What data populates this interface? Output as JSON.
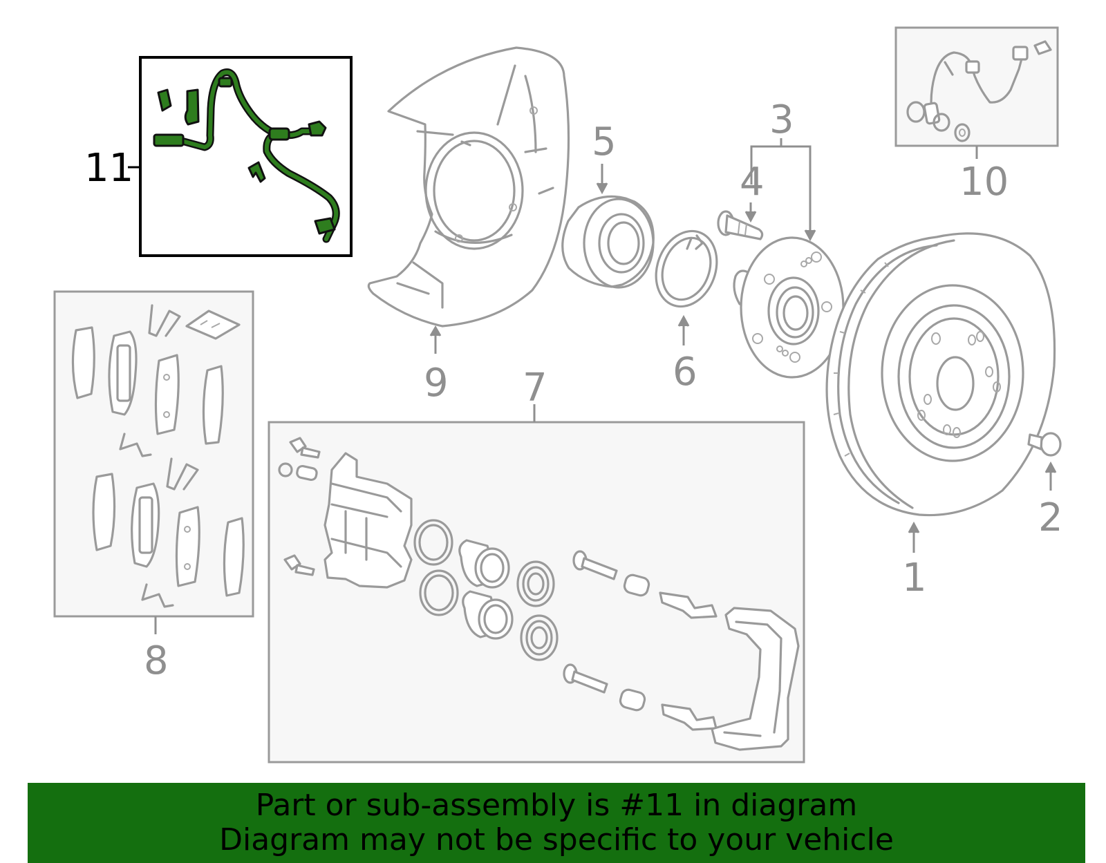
{
  "callouts": {
    "c1": "1",
    "c2": "2",
    "c3": "3",
    "c4": "4",
    "c5": "5",
    "c6": "6",
    "c7": "7",
    "c8": "8",
    "c9": "9",
    "c10": "10",
    "c11": "11"
  },
  "highlight_part": "11",
  "colors": {
    "highlight": "#2e7d1e",
    "banner": "#146f0f",
    "line_art": "#9a9a9a"
  },
  "banner": {
    "line1": "Part or sub-assembly is #11 in diagram",
    "line2": "Diagram may not be specific to your vehicle"
  }
}
